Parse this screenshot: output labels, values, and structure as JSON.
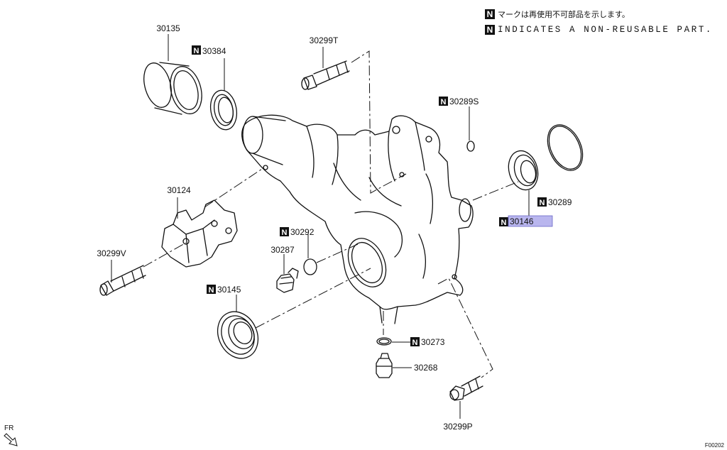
{
  "legend": {
    "badge": "N",
    "jp_text": "マークは再使用不可部品を示します。",
    "en_text": "INDICATES A NON-REUSABLE PART."
  },
  "parts": {
    "p30135": "30135",
    "p30384": "30384",
    "p30299T": "30299T",
    "p30289S": "30289S",
    "p30124": "30124",
    "p30299V": "30299V",
    "p30292": "30292",
    "p30287": "30287",
    "p30145": "30145",
    "p30146": "30146",
    "p30289": "30289",
    "p30273": "30273",
    "p30268": "30268",
    "p30299P": "30299P"
  },
  "direction_label": "FR",
  "figure_code": "F00202",
  "colors": {
    "ink": "#111111",
    "highlight": "#b9b6ee",
    "badge_text": "#ffffff"
  }
}
